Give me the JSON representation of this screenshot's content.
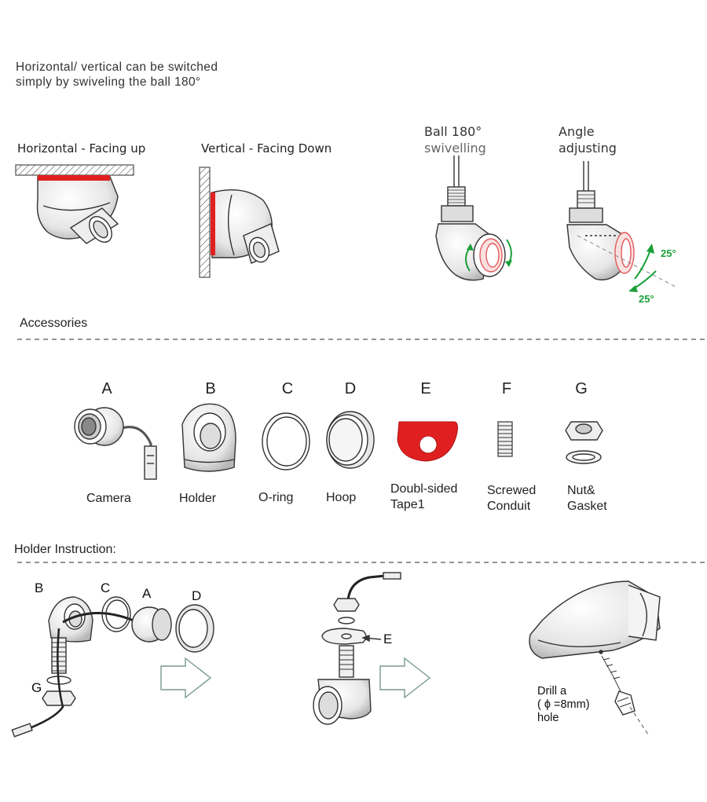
{
  "intro": {
    "text": "Horizontal/ vertical can be switched\nsimply by swiveling the ball 180°"
  },
  "mount_views": {
    "horizontal": "Horizontal - Facing up",
    "vertical": "Vertical - Facing Down",
    "ball_swivel": {
      "line1": "Ball 180°",
      "line2": "swivelling"
    },
    "angle_adjust": "Angle\nadjusting",
    "angle_up": "25°",
    "angle_down": "25°"
  },
  "accessories": {
    "title": "Accessories",
    "items": [
      {
        "letter": "A",
        "name": "Camera"
      },
      {
        "letter": "B",
        "name": "Holder"
      },
      {
        "letter": "C",
        "name": "O-ring"
      },
      {
        "letter": "D",
        "name": "Hoop"
      },
      {
        "letter": "E",
        "name": "Doubl-sided\nTape1"
      },
      {
        "letter": "F",
        "name": "Screwed\nConduit"
      },
      {
        "letter": "G",
        "name": "Nut&\nGasket"
      }
    ]
  },
  "holder_instruction": {
    "title": "Holder Instruction:",
    "labels": {
      "b": "B",
      "c": "C",
      "a": "A",
      "d": "D",
      "g": "G",
      "e": "E"
    },
    "drill": "Drill a\n( ϕ =8mm)\nhole"
  },
  "colors": {
    "accent_red": "#e02020",
    "arrow_green": "#1a9f3a",
    "arrow_outline": "#7a9a8a",
    "line": "#333333"
  }
}
